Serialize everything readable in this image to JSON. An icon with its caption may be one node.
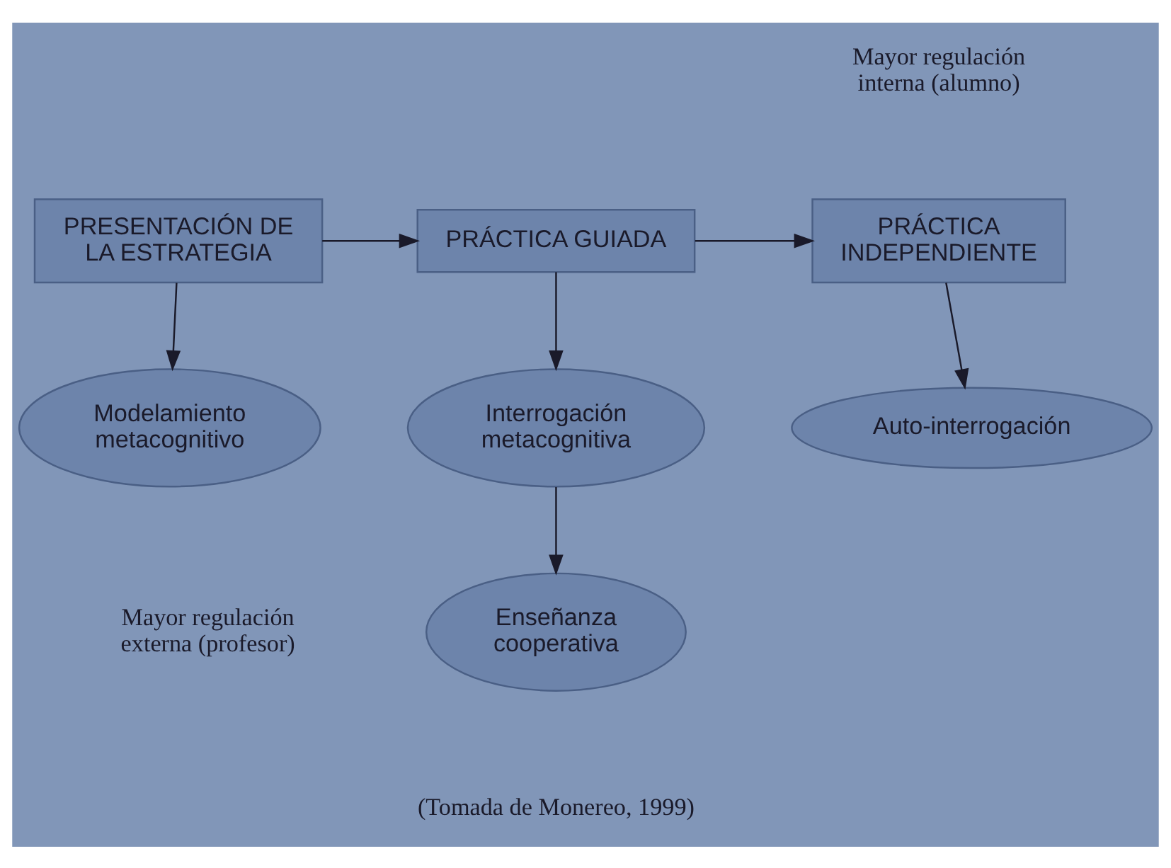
{
  "diagram": {
    "nodes": [
      {
        "text": [
          "PRESENTACIÓN DE LA ESTRATEGIA"
        ]
      },
      {
        "text": [
          "PRÁCTICA GUIADA"
        ]
      },
      {
        "text": [
          "PRÁCTICA INDEPENDIENTE"
        ]
      },
      {
        "text": [
          "Modelamiento metacognitivo"
        ]
      },
      {
        "text": [
          "Interrogación metacognitiva"
        ]
      },
      {
        "text": [
          "Auto-interrogación"
        ]
      },
      {
        "text": [
          "Enseñanza cooperativa"
        ]
      }
    ],
    "edges": [
      {
        "from": 0,
        "to": 1,
        "arrow": "to"
      },
      {
        "from": 1,
        "to": 2,
        "arrow": "to"
      },
      {
        "from": 0,
        "to": 3,
        "arrow": "to"
      },
      {
        "from": 1,
        "to": 4,
        "arrow": "to"
      },
      {
        "from": 2,
        "to": 5,
        "arrow": "to"
      },
      {
        "from": 4,
        "to": 6,
        "arrow": "to"
      }
    ],
    "labels": [
      "Mayor regulación interna (alumno)",
      "Mayor regulación externa (profesor)",
      "(Tomada de Monereo, 1999)"
    ]
  }
}
